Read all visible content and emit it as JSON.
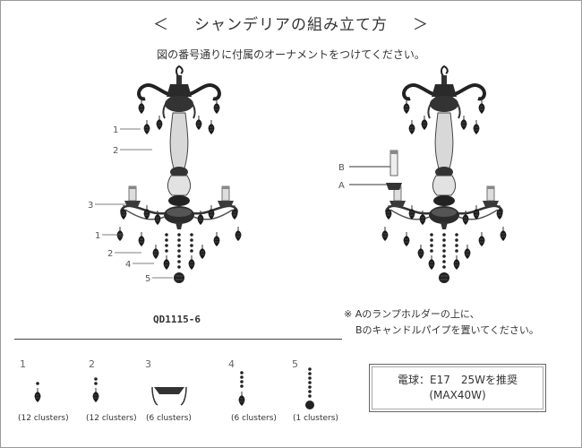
{
  "title": {
    "lt": "＜",
    "text": "シャンデリアの組み立て方",
    "gt": "＞"
  },
  "subtitle": "図の番号通りに付属のオーナメントをつけてください。",
  "left_labels": [
    "1",
    "2",
    "3",
    "1",
    "2",
    "4",
    "5"
  ],
  "right_labels": [
    "B",
    "A"
  ],
  "model": "QD1115-6",
  "note": {
    "mark": "※",
    "line1": "Aのランプホルダーの上に、",
    "line2": "Bのキャンドルパイプを置いてください。"
  },
  "parts": [
    {
      "num": "1",
      "count": "(12 clusters)"
    },
    {
      "num": "2",
      "count": "(12 clusters)"
    },
    {
      "num": "3",
      "count": "(6 clusters)"
    },
    {
      "num": "4",
      "count": "(6 clusters)"
    },
    {
      "num": "5",
      "count": "(1 clusters)"
    }
  ],
  "bulb": {
    "line1": "電球：E17　25Wを推奨",
    "line2": "(MAX40W)"
  }
}
